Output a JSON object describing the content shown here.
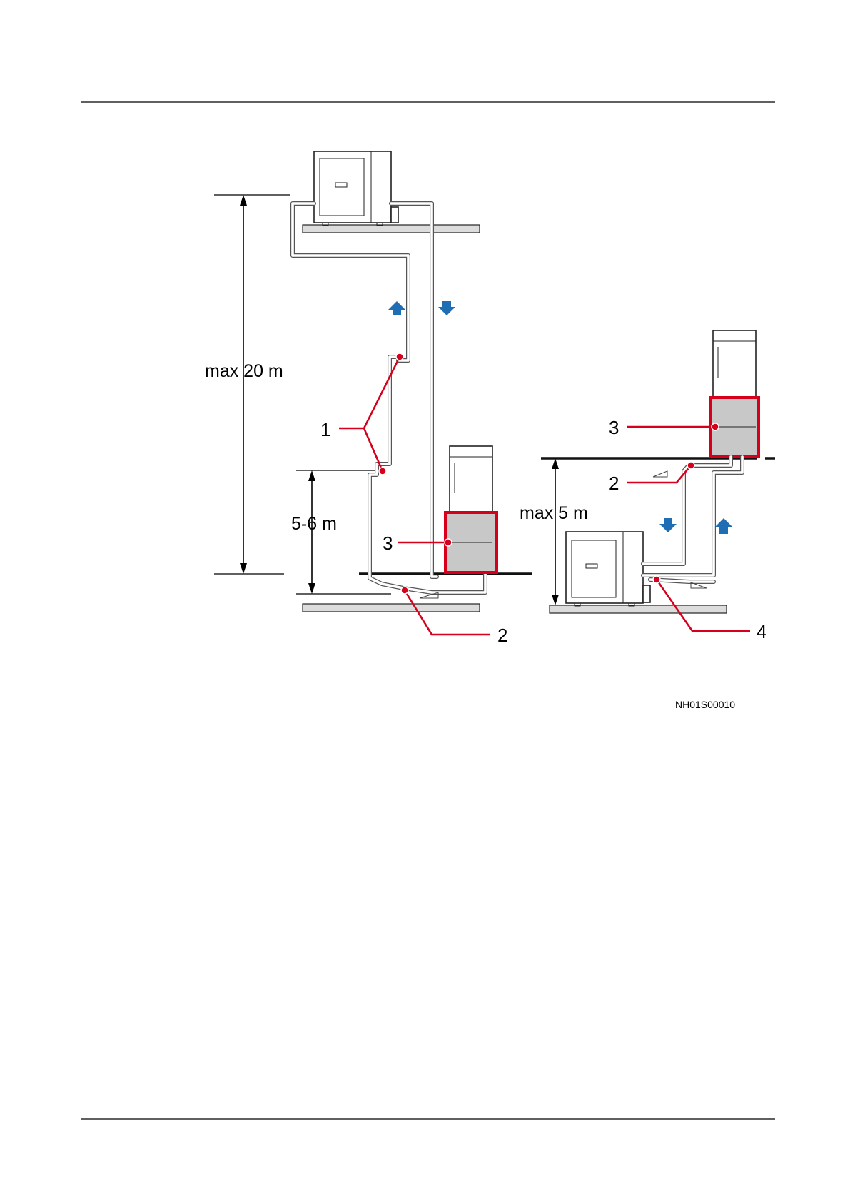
{
  "labels": {
    "max_height_left": "max 20 m",
    "trap_spacing": "5-6 m",
    "max_height_right": "max 5 m",
    "figure_code": "NH01S00010"
  },
  "callouts": {
    "c1": "1",
    "c2_left": "2",
    "c3_left": "3",
    "c3_right": "3",
    "c2_right": "2",
    "c4": "4"
  },
  "colors": {
    "callout": "#d6001c",
    "flow_arrow": "#1f6db3",
    "highlight_fill": "#c8c8c8"
  },
  "icons": [
    "up-arrow-icon",
    "down-arrow-icon"
  ]
}
